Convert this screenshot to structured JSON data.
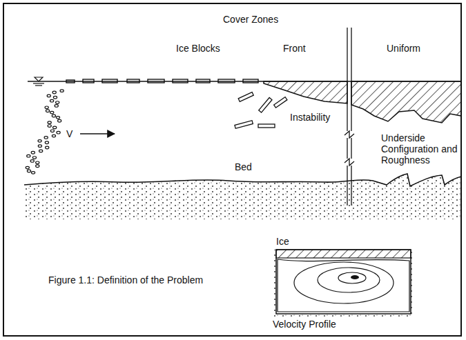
{
  "diagram": {
    "caption": "Figure 1.1: Definition of the Problem",
    "nodes": [
      {
        "text": [
          "Ice",
          "Velocity Profile"
        ]
      }
    ],
    "labels": [
      "Cover Zones",
      "Ice Blocks",
      "Front",
      "Uniform",
      "V",
      "Instability",
      "Underside Configuration and Roughness",
      "Bed"
    ]
  }
}
